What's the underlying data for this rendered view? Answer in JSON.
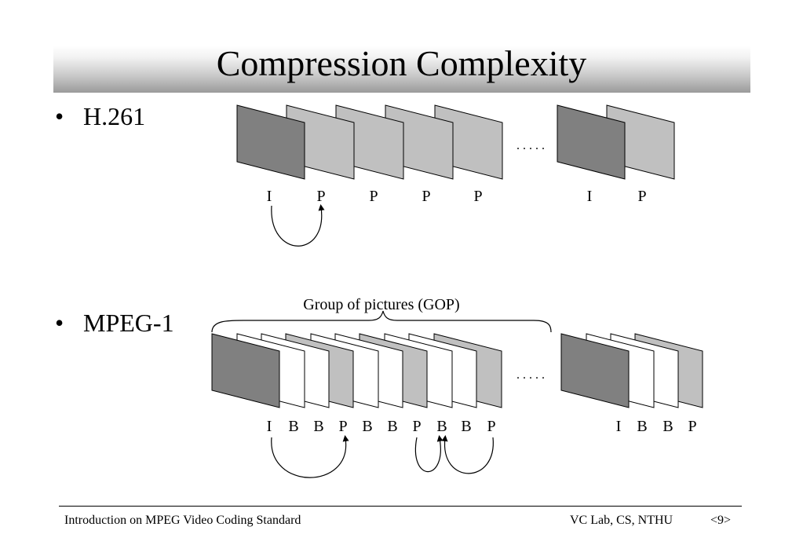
{
  "title": "Compression Complexity",
  "bullets": [
    {
      "symbol": "•",
      "label": "H.261"
    },
    {
      "symbol": "•",
      "label": "MPEG-1"
    }
  ],
  "h261": {
    "frames": [
      "I",
      "P",
      "P",
      "P",
      "P",
      "I",
      "P"
    ],
    "ellipsis": ". . . . ."
  },
  "mpeg1": {
    "gop_label": "Group of pictures (GOP)",
    "frames": [
      "I",
      "B",
      "B",
      "P",
      "B",
      "B",
      "P",
      "B",
      "B",
      "P",
      "I",
      "B",
      "B",
      "P"
    ],
    "ellipsis": ". . . . ."
  },
  "colors": {
    "I": "#808080",
    "P": "#c0c0c0",
    "B": "#ffffff"
  },
  "footer": {
    "left": "Introduction on MPEG Video Coding Standard",
    "right": "VC Lab, CS, NTHU",
    "page": "<9>"
  }
}
